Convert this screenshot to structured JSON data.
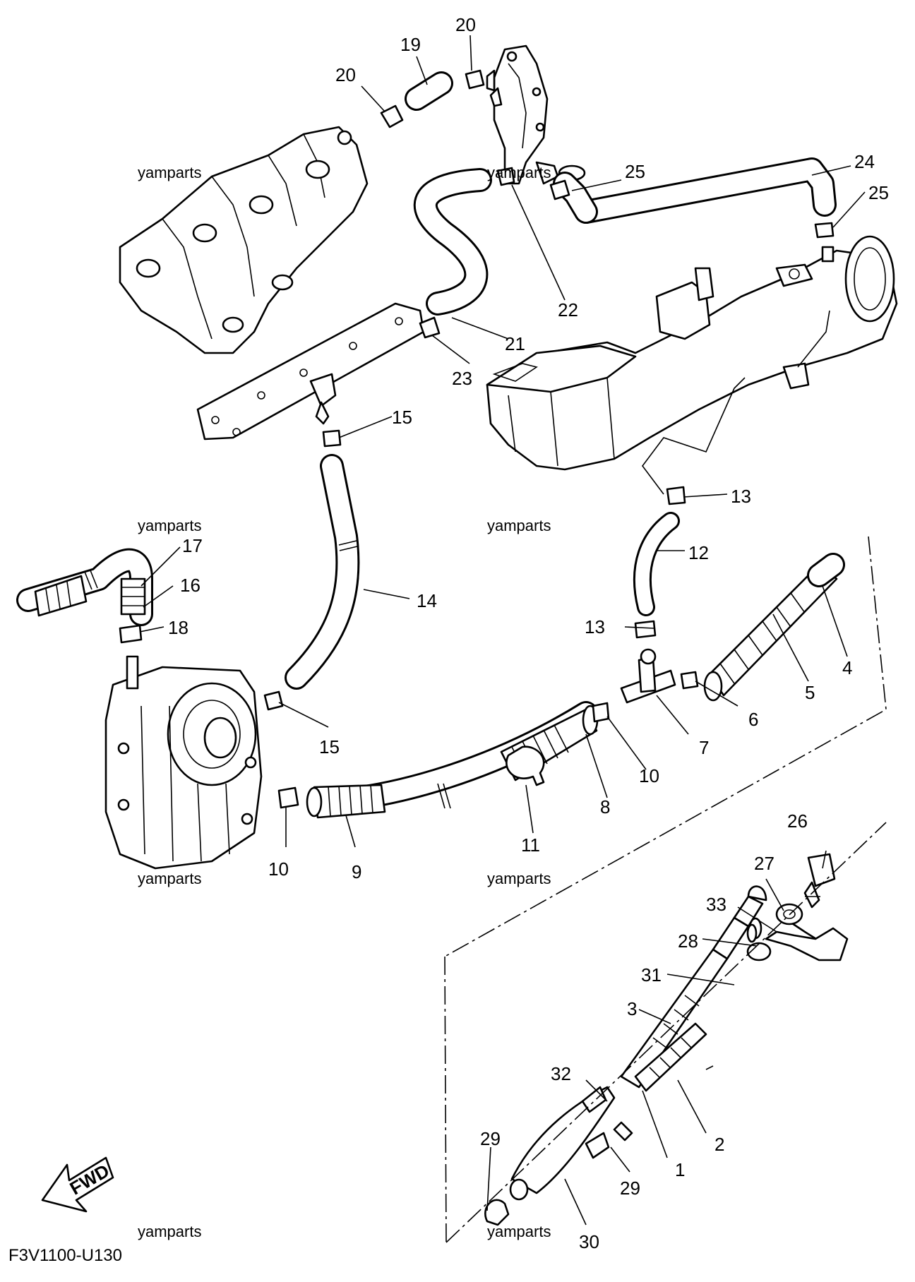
{
  "diagram_code": "F3V1100-U130",
  "watermark": "yamparts",
  "fwd_label": "FWD",
  "callouts": [
    "1",
    "2",
    "3",
    "4",
    "5",
    "6",
    "7",
    "8",
    "9",
    "10",
    "10",
    "11",
    "12",
    "13",
    "13",
    "14",
    "15",
    "15",
    "16",
    "17",
    "18",
    "19",
    "20",
    "20",
    "21",
    "22",
    "23",
    "24",
    "25",
    "25",
    "26",
    "27",
    "28",
    "29",
    "29",
    "30",
    "31",
    "32",
    "33"
  ]
}
